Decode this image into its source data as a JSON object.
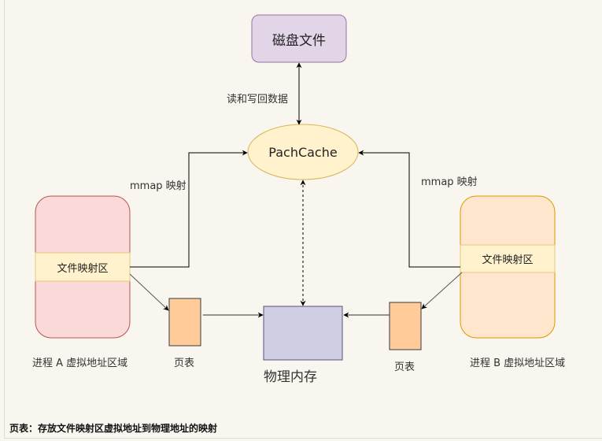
{
  "nodes": {
    "disk_file": {
      "label": "磁盘文件",
      "fill": "#e1d5e7",
      "stroke": "#9673a6"
    },
    "page_cache": {
      "label": "PachCache",
      "fill": "#fff2cc",
      "stroke": "#d6b656"
    },
    "physical_memory": {
      "label": "物理内存",
      "fill": "#d0cee2",
      "stroke": "#56517e"
    },
    "process_a": {
      "label": "进程 A 虚拟地址区域",
      "fill": "#fadad8",
      "stroke": "#b85450",
      "mapped_region": "文件映射区"
    },
    "process_b": {
      "label": "进程 B 虚拟地址区域",
      "fill": "#ffe6cc",
      "stroke": "#d79b00",
      "mapped_region": "文件映射区"
    },
    "page_table_a": {
      "label": "页表",
      "fill": "#ffcc99",
      "stroke": "#36393d"
    },
    "page_table_b": {
      "label": "页表",
      "fill": "#ffcc99",
      "stroke": "#36393d"
    }
  },
  "edges": {
    "disk_cache": {
      "label": "读和写回数据"
    },
    "mmap_a": {
      "label": "mmap 映射"
    },
    "mmap_b": {
      "label": "mmap 映射"
    }
  },
  "footer_note": "页表：存放文件映射区虚拟地址到物理地址的映射"
}
